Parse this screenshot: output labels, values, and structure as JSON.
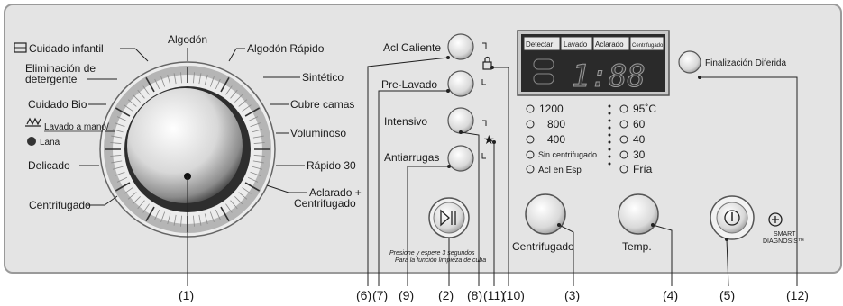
{
  "dial": {
    "programs": {
      "cuidado_infantil": "Cuidado infantil",
      "algodon": "Algodón",
      "algodon_rapido": "Algodón Rápido",
      "eliminacion_1": "Eliminación de",
      "eliminacion_2": "detergente",
      "sintetico": "Sintético",
      "cuidado_bio": "Cuidado Bio",
      "cubre_camas": "Cubre camas",
      "lavado_a_mano": "Lavado a mano/",
      "lana": "Lana",
      "voluminoso": "Voluminoso",
      "delicado": "Delicado",
      "rapido_30": "Rápido 30",
      "centrifugado": "Centrifugado",
      "aclarado_1": "Aclarado +",
      "aclarado_2": "Centrifugado"
    }
  },
  "options": {
    "acl_caliente": "Acl Caliente",
    "pre_lavado": "Pre-Lavado",
    "intensivo": "Intensivo",
    "antiarrugas": "Antiarrugas"
  },
  "display": {
    "tabs": [
      "Detectar",
      "Lavado",
      "Aclarado",
      "Centrifugado"
    ],
    "digits": "1:88"
  },
  "spin": [
    "1200",
    "800",
    "400",
    "Sin centrifugado",
    "Acl en Esp"
  ],
  "temp": [
    "95˚C",
    "60",
    "40",
    "30",
    "Fría"
  ],
  "buttons": {
    "centrifugado": "Centrifugado",
    "temp": "Temp.",
    "finalizacion": "Finalización Diferida"
  },
  "note": {
    "line1": "Presione y espere 3 segundos",
    "line2": "Para la función limpieza de cuba"
  },
  "smart": {
    "line1": "SMART",
    "line2": "DIAGNOSIS™"
  },
  "callouts": [
    "(1)",
    "(6)",
    "(7)",
    "(9)",
    "(2)",
    "(8)",
    "(11)",
    "(10)",
    "(3)",
    "(4)",
    "(5)",
    "(12)"
  ]
}
